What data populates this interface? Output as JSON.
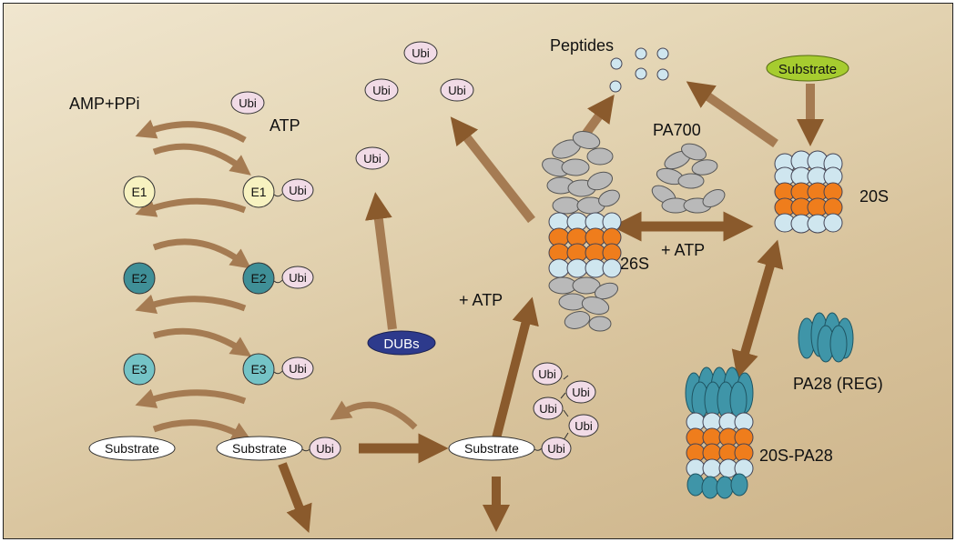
{
  "labels": {
    "amp_ppi": "AMP+PPi",
    "atp": "ATP",
    "e1": "E1",
    "e2": "E2",
    "e3": "E3",
    "ubi": "Ubi",
    "substrate": "Substrate",
    "dubs": "DUBs",
    "plus_atp": "+ ATP",
    "peptides": "Peptides",
    "pa700": "PA700",
    "p26s": "26S",
    "p20s": "20S",
    "pa28": "PA28 (REG)",
    "p20s_pa28": "20S-PA28"
  },
  "colors": {
    "arrow": "#8a5a2c",
    "arrow_light": "#a57b52",
    "ubi_fill": "#f1dbe6",
    "e1_fill": "#f7f2c0",
    "e2_fill": "#3f8f97",
    "e3_fill": "#74c3c6",
    "dubs_fill": "#2d3a8c",
    "substrate_green": "#a6cc2f",
    "orange": "#ef7d1c",
    "lightblue": "#cfe6ef",
    "teal": "#3f95a8",
    "grey": "#b9b9b9"
  }
}
